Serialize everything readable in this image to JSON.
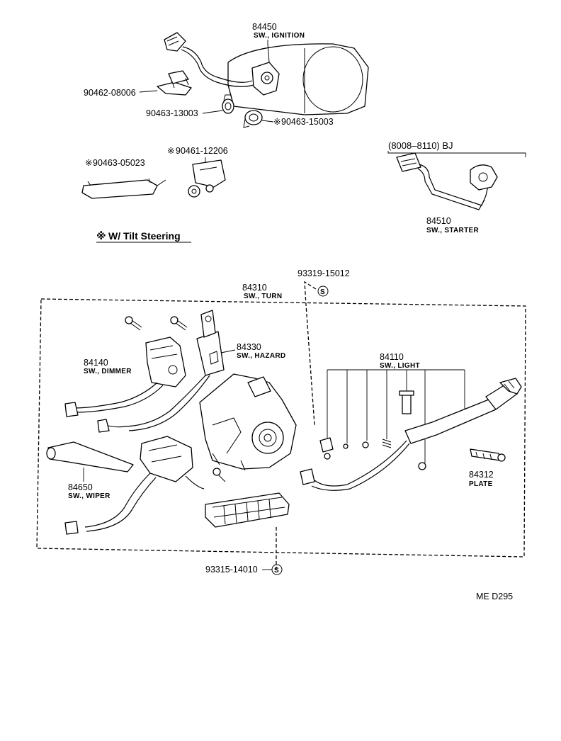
{
  "title": "",
  "parts": {
    "ignition_switch": {
      "number": "84450",
      "name": "SW., IGNITION"
    },
    "bracket_08006": {
      "number": "90462-08006"
    },
    "clamp_13003": {
      "number": "90463-13003"
    },
    "clamp_15003": {
      "number": "90463-15003"
    },
    "clamp_05023": {
      "number": "90463-05023"
    },
    "clamp_12206": {
      "number": "90461-12206"
    },
    "starter_switch": {
      "number": "84510",
      "name": "SW., STARTER"
    },
    "turn_switch": {
      "number": "84310",
      "name": "SW., TURN"
    },
    "dimmer_switch": {
      "number": "84140",
      "name": "SW., DIMMER"
    },
    "hazard_switch": {
      "number": "84330",
      "name": "SW., HAZARD"
    },
    "light_switch": {
      "number": "84110",
      "name": "SW., LIGHT"
    },
    "plate": {
      "number": "84312",
      "name": "PLATE"
    },
    "wiper_switch": {
      "number": "84650",
      "name": "SW., WIPER"
    },
    "s_part_top": {
      "number": "93319-15012",
      "symbol": "S"
    },
    "s_part_bottom": {
      "number": "93315-14010",
      "symbol": "S"
    }
  },
  "bj_range": "(8008–8110) BJ",
  "asterisk": "※",
  "tilt_note": "W/ Tilt Steering",
  "figure_code": "ME  D295"
}
